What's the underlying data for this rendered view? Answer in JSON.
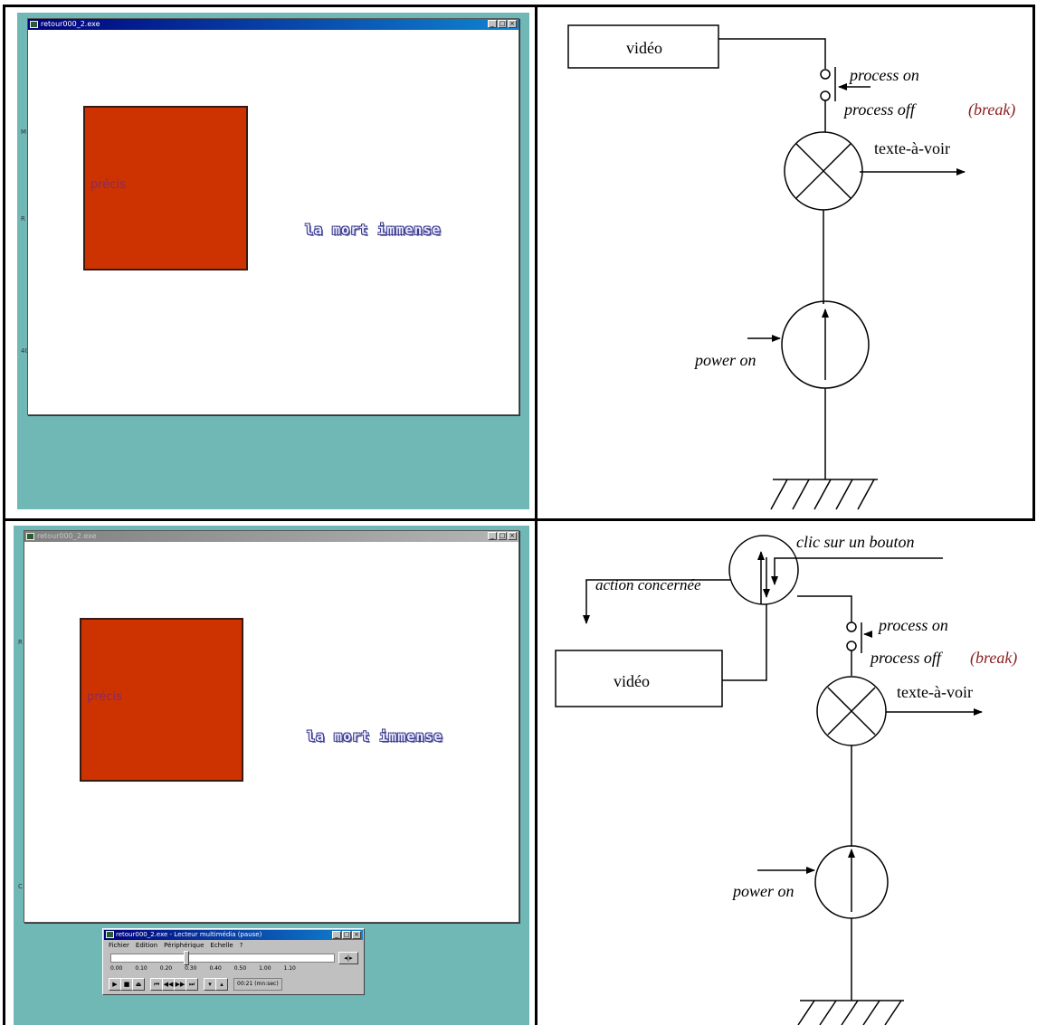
{
  "row1": {
    "screenshot": {
      "window_title": "retour000_2.exe",
      "square_label": "précis",
      "text": "la mort immense",
      "left_ticks": [
        "M",
        "R",
        "40"
      ],
      "colors": {
        "desktop": "#6fb8b6",
        "square": "#cc3300",
        "text": "#3a3a8a"
      }
    },
    "diagram": {
      "video": "vidéo",
      "process_on": "process on",
      "process_off": "process off",
      "break": "(break)",
      "texte": "texte-à-voir",
      "power_on": "power on"
    }
  },
  "row2": {
    "screenshot": {
      "window_title": "retour000_2.exe",
      "square_label": "précis",
      "text": "la mort immense",
      "left_ticks": [
        "R",
        "C"
      ],
      "player": {
        "title": "retour000_2.exe - Lecteur multimédia (pause)",
        "menu": [
          "Fichier",
          "Edition",
          "Périphérique",
          "Echelle",
          "?"
        ],
        "scale": [
          "0.00",
          "0.10",
          "0.20",
          "0.30",
          "0.40",
          "0.50",
          "1.00",
          "1.10"
        ],
        "time": "00:21 (mn:sec)",
        "progress": 0.33
      }
    },
    "diagram": {
      "clic": "clic sur un bouton",
      "action": "action concernée",
      "video": "vidéo",
      "process_on": "process on",
      "process_off": "process off",
      "break": "(break)",
      "texte": "texte-à-voir",
      "power_on": "power on"
    }
  }
}
